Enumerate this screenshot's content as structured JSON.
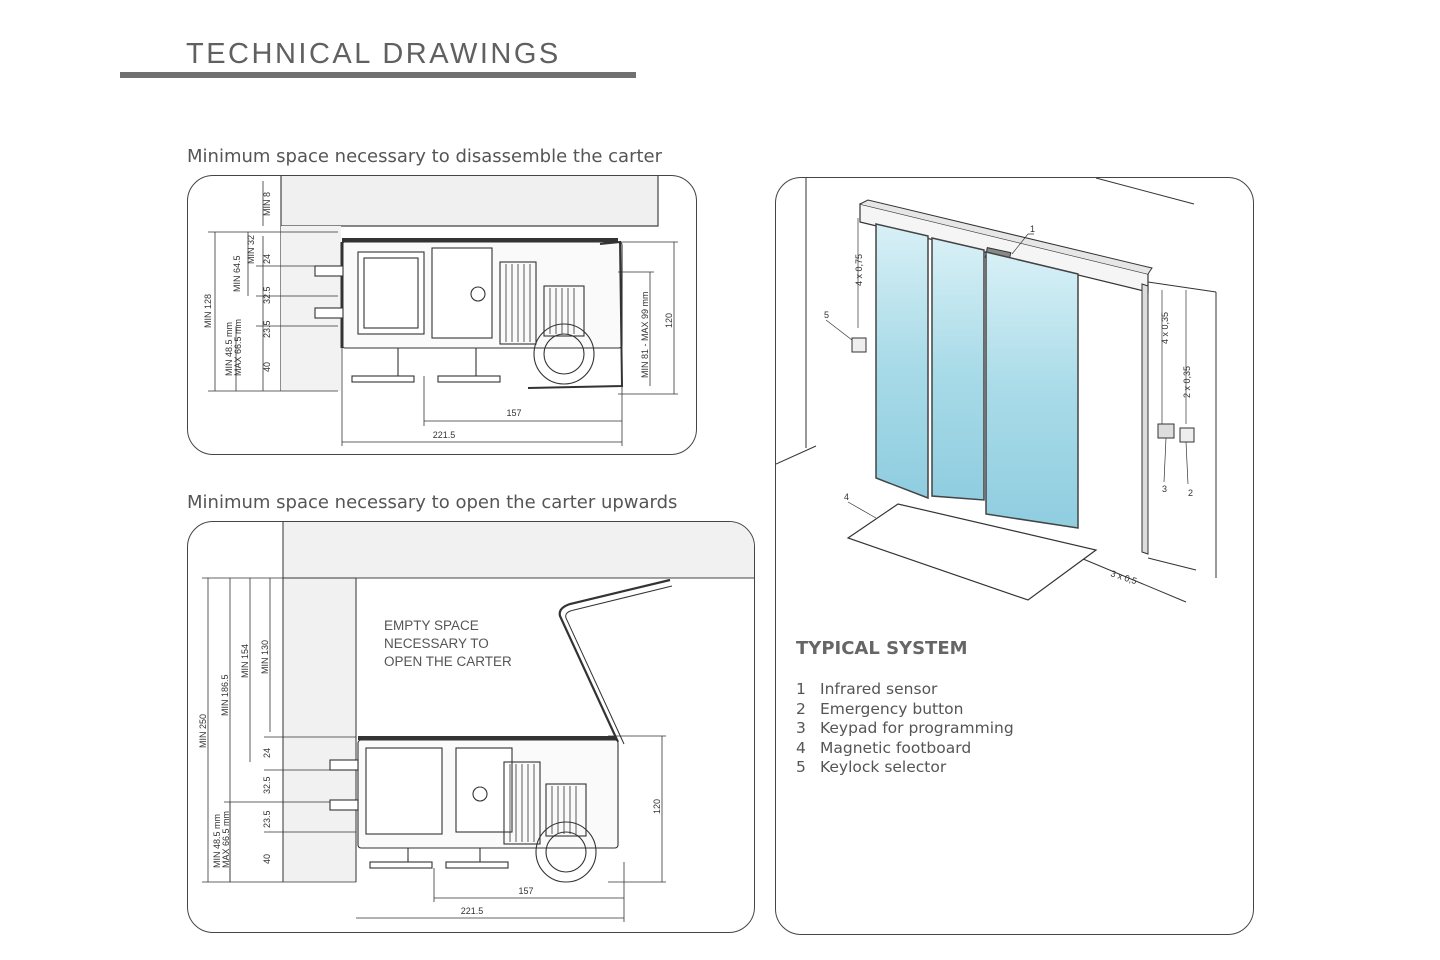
{
  "page_title": "TECHNICAL DRAWINGS",
  "panel_top": {
    "caption": "Minimum space necessary to disassemble the carter",
    "dims": {
      "min8": "MIN 8",
      "min32": "MIN 32",
      "min645": "MIN 64.5",
      "min128": "MIN 128",
      "v24": "24",
      "v325": "32.5",
      "v235": "23.5",
      "v40": "40",
      "min485": "MIN 48.5 mm",
      "max665": "MAX 66.5 mm",
      "min81max99": "MIN 81 - MAX 99 mm",
      "v120": "120",
      "v157": "157",
      "v2215": "221.5"
    }
  },
  "panel_bottom": {
    "caption": "Minimum space necessary to open the carter upwards",
    "note_lines": [
      "EMPTY SPACE",
      "NECESSARY TO",
      "OPEN THE CARTER"
    ],
    "dims": {
      "min250": "MIN 250",
      "min1865": "MIN 186.5",
      "min154": "MIN 154",
      "min130": "MIN 130",
      "v24": "24",
      "v325": "32.5",
      "v235": "23.5",
      "v40": "40",
      "min485": "MIN 48.5 mm",
      "max665": "MAX 66.5 mm",
      "v120": "120",
      "v157": "157",
      "v2215": "221.5"
    }
  },
  "typical_system": {
    "heading": "TYPICAL SYSTEM",
    "callouts": {
      "c1": "1",
      "c2": "2",
      "c3": "3",
      "c4": "4",
      "c5": "5",
      "d1": "4 x 0,75",
      "d2": "4 x 0,35",
      "d3": "2 x 0,35",
      "d4": "3 x 0,5"
    },
    "items": [
      {
        "num": "1",
        "label": "Infrared sensor"
      },
      {
        "num": "2",
        "label": "Emergency button"
      },
      {
        "num": "3",
        "label": "Keypad for programming"
      },
      {
        "num": "4",
        "label": "Magnetic footboard"
      },
      {
        "num": "5",
        "label": "Keylock selector"
      }
    ]
  },
  "colors": {
    "glass_top": "#d8f0f6",
    "glass_mid": "#a9dbe8",
    "glass_bottom": "#8fcde0",
    "wall_band": "#f0f0f0"
  }
}
